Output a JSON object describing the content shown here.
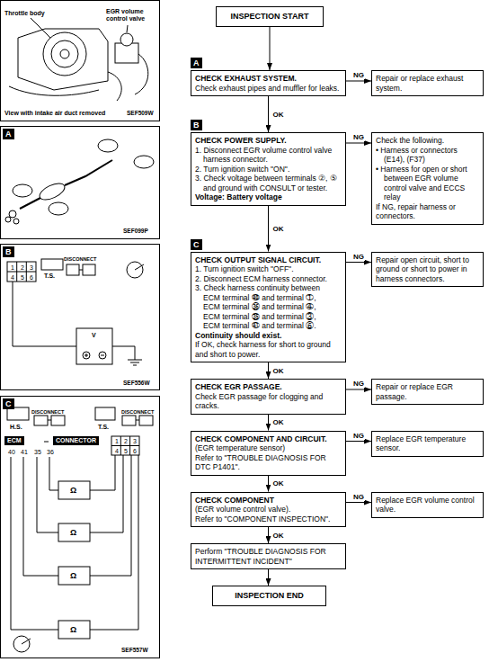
{
  "diagram": {
    "nodes": [
      {
        "text": [
          "INSPECTION START"
        ]
      },
      {
        "text": [
          "A",
          "CHECK EXHAUST SYSTEM.",
          "Check exhaust pipes and muffler for leaks."
        ]
      },
      {
        "text": [
          "Repair or replace exhaust system."
        ]
      },
      {
        "text": [
          "B",
          "CHECK POWER SUPPLY.",
          "1. Disconnect EGR volume control valve harness connector.",
          "2. Turn ignition switch \"ON\".",
          "3. Check voltage between terminals ②, ⑤ and ground with CONSULT or tester.",
          "Voltage: Battery voltage"
        ]
      },
      {
        "text": [
          "Check the following.",
          "• Harness or connectors (E14), (F37)",
          "• Harness for open or short between EGR volume control valve and ECCS relay",
          "If NG, repair harness or connectors."
        ]
      },
      {
        "text": [
          "C",
          "CHECK OUTPUT SIGNAL CIRCUIT.",
          "1. Turn ignition switch \"OFF\".",
          "2. Disconnect ECM harness connector.",
          "3. Check harness continuity between",
          "ECM terminal ㊵ and terminal ①,",
          "ECM terminal ㊱ and terminal ④,",
          "ECM terminal ㉟ and terminal ③,",
          "ECM terminal ㊶ and terminal ⑥.",
          "Continuity should exist.",
          "If OK, check harness for short to ground and short to power."
        ]
      },
      {
        "text": [
          "Repair open circuit, short to ground or short to power in harness connectors."
        ]
      },
      {
        "text": [
          "CHECK EGR PASSAGE.",
          "Check EGR passage for clogging and cracks."
        ]
      },
      {
        "text": [
          "Repair or replace EGR passage."
        ]
      },
      {
        "text": [
          "CHECK COMPONENT AND CIRCUIT.",
          "(EGR temperature sensor)",
          "Refer to \"TROUBLE DIAGNOSIS FOR DTC P1401\"."
        ]
      },
      {
        "text": [
          "Replace EGR temperature sensor."
        ]
      },
      {
        "text": [
          "CHECK COMPONENT",
          "(EGR volume control valve).",
          "Refer to \"COMPONENT INSPECTION\"."
        ]
      },
      {
        "text": [
          "Replace EGR volume control valve."
        ]
      },
      {
        "text": [
          "Perform \"TROUBLE DIAGNOSIS FOR INTERMITTENT INCIDENT\""
        ]
      },
      {
        "text": [
          "INSPECTION END"
        ]
      },
      {
        "text": [
          "Throttle body",
          "EGR volume control valve",
          "View with intake air duct removed",
          "SEF509W"
        ]
      },
      {
        "text": [
          "A",
          "SEF099P"
        ]
      },
      {
        "text": [
          "B",
          "1",
          "2",
          "3",
          "4",
          "5",
          "6",
          "T.S.",
          "DISCONNECT",
          "V",
          "SEF556W"
        ]
      },
      {
        "text": [
          "C",
          "H.S.",
          "DISCONNECT",
          "ECM",
          "CONNECTOR",
          "40",
          "41",
          "35",
          "36",
          "T.S.",
          "DISCONNECT",
          "1",
          "2",
          "3",
          "4",
          "5",
          "6",
          "Ω",
          "Ω",
          "Ω",
          "Ω",
          "SEF557W"
        ]
      }
    ],
    "edges": [
      {
        "from": 0,
        "to": 1,
        "arrow": "to"
      },
      {
        "from": 1,
        "to": 2,
        "arrow": "to",
        "label": "NG"
      },
      {
        "from": 1,
        "to": 3,
        "arrow": "to",
        "label": "OK"
      },
      {
        "from": 3,
        "to": 4,
        "arrow": "to",
        "label": "NG"
      },
      {
        "from": 3,
        "to": 5,
        "arrow": "to",
        "label": "OK"
      },
      {
        "from": 5,
        "to": 6,
        "arrow": "to",
        "label": "NG"
      },
      {
        "from": 5,
        "to": 7,
        "arrow": "to",
        "label": "OK"
      },
      {
        "from": 7,
        "to": 8,
        "arrow": "to",
        "label": "NG"
      },
      {
        "from": 7,
        "to": 9,
        "arrow": "to",
        "label": "OK"
      },
      {
        "from": 9,
        "to": 10,
        "arrow": "to",
        "label": "NG"
      },
      {
        "from": 9,
        "to": 11,
        "arrow": "to",
        "label": "OK"
      },
      {
        "from": 11,
        "to": 12,
        "arrow": "to",
        "label": "NG"
      },
      {
        "from": 11,
        "to": 13,
        "arrow": "to",
        "label": "OK"
      },
      {
        "from": 13,
        "to": 14,
        "arrow": "to"
      }
    ]
  }
}
